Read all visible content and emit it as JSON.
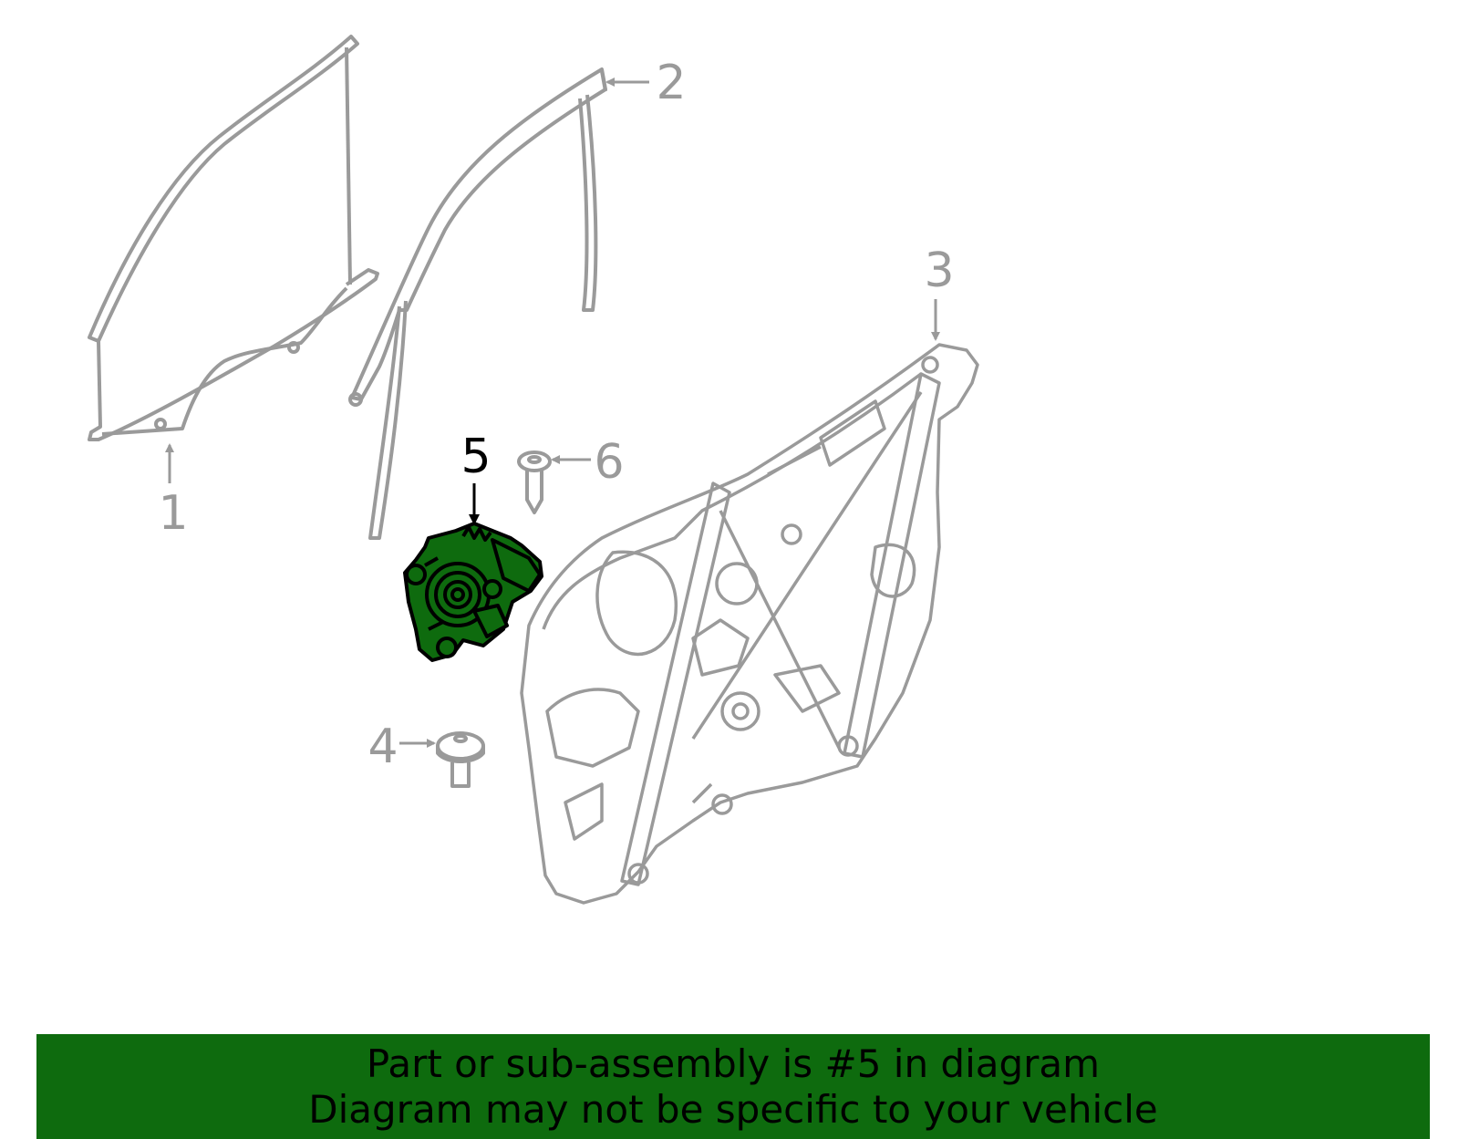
{
  "colors": {
    "part_line": "#9a9a9a",
    "highlight_fill": "#0e6b0e",
    "highlight_stroke": "#000000",
    "banner_bg": "#0e6b0e",
    "banner_text": "#000000",
    "label_gray": "#9a9a9a",
    "label_highlight": "#000000"
  },
  "callouts": [
    {
      "id": "1",
      "label": "1"
    },
    {
      "id": "2",
      "label": "2"
    },
    {
      "id": "3",
      "label": "3"
    },
    {
      "id": "4",
      "label": "4"
    },
    {
      "id": "5",
      "label": "5",
      "highlighted": true
    },
    {
      "id": "6",
      "label": "6"
    }
  ],
  "parts": {
    "glass": "door-glass",
    "run_channel": "glass-run-channel",
    "regulator": "window-regulator-panel",
    "bolt": "bolt",
    "motor": "window-motor",
    "screw": "screw"
  },
  "banner": {
    "line1": "Part or sub-assembly is #5 in diagram",
    "line2": "Diagram may not be specific to your vehicle"
  }
}
